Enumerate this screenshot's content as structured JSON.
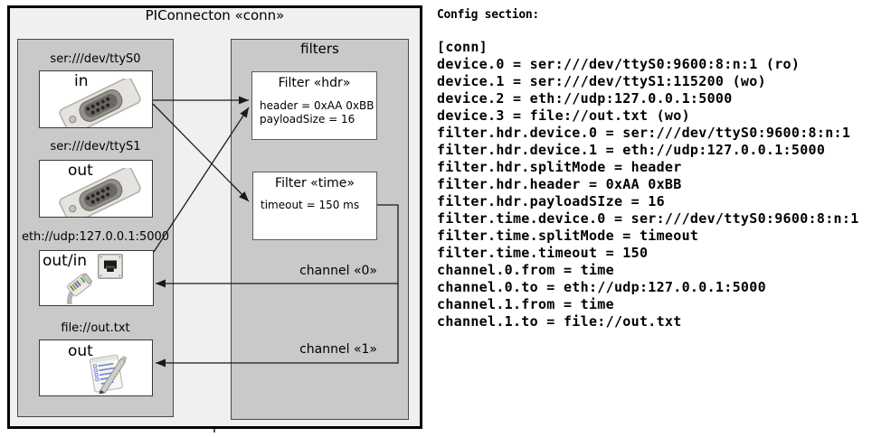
{
  "diagram": {
    "title": "PIConnecton «conn»",
    "devices": [
      {
        "url": "ser:///dev/ttyS0",
        "port": "in",
        "icon": "serial-db9-icon"
      },
      {
        "url": "ser:///dev/ttyS1",
        "port": "out",
        "icon": "serial-db9-icon"
      },
      {
        "url": "eth://udp:127.0.0.1:5000",
        "port": "out/in",
        "icon": "ethernet-jack-icon ethernet-plug-icon"
      },
      {
        "url": "file://out.txt",
        "port": "out",
        "icon": "notepad-icon"
      }
    ],
    "filters_title": "filters",
    "filters": [
      {
        "title": "Filter «hdr»",
        "properties": [
          "header = 0xAA 0xBB",
          "payloadSize = 16"
        ]
      },
      {
        "title": "Filter «time»",
        "properties": [
          "timeout = 150 ms"
        ]
      }
    ],
    "channels": [
      {
        "label": "channel «0»"
      },
      {
        "label": "channel «1»"
      }
    ]
  },
  "config": {
    "heading": "Config section:",
    "section_lines": [
      "[conn]",
      "device.0 = ser:///dev/ttyS0:9600:8:n:1 (ro)",
      "device.1 = ser:///dev/ttyS1:115200 (wo)",
      "device.2 = eth://udp:127.0.0.1:5000",
      "device.3 = file://out.txt (wo)",
      "filter.hdr.device.0 = ser:///dev/ttyS0:9600:8:n:1",
      "filter.hdr.device.1 = eth://udp:127.0.0.1:5000",
      "filter.hdr.splitMode = header",
      "filter.hdr.header = 0xAA 0xBB",
      "filter.hdr.payloadSIze = 16",
      "filter.time.device.0 = ser:///dev/ttyS0:9600:8:n:1",
      "filter.time.splitMode = timeout",
      "filter.time.timeout = 150",
      "channel.0.from = time",
      "channel.0.to = eth://udp:127.0.0.1:5000",
      "channel.1.from = time",
      "channel.1.to = file://out.txt"
    ]
  },
  "colors": {
    "outer_background": "#f0f0f0",
    "panel_background": "#c9c9c9",
    "box_background": "#ffffff",
    "frame_border": "#000000",
    "line": "#1a1a1a",
    "text": "#000000"
  }
}
